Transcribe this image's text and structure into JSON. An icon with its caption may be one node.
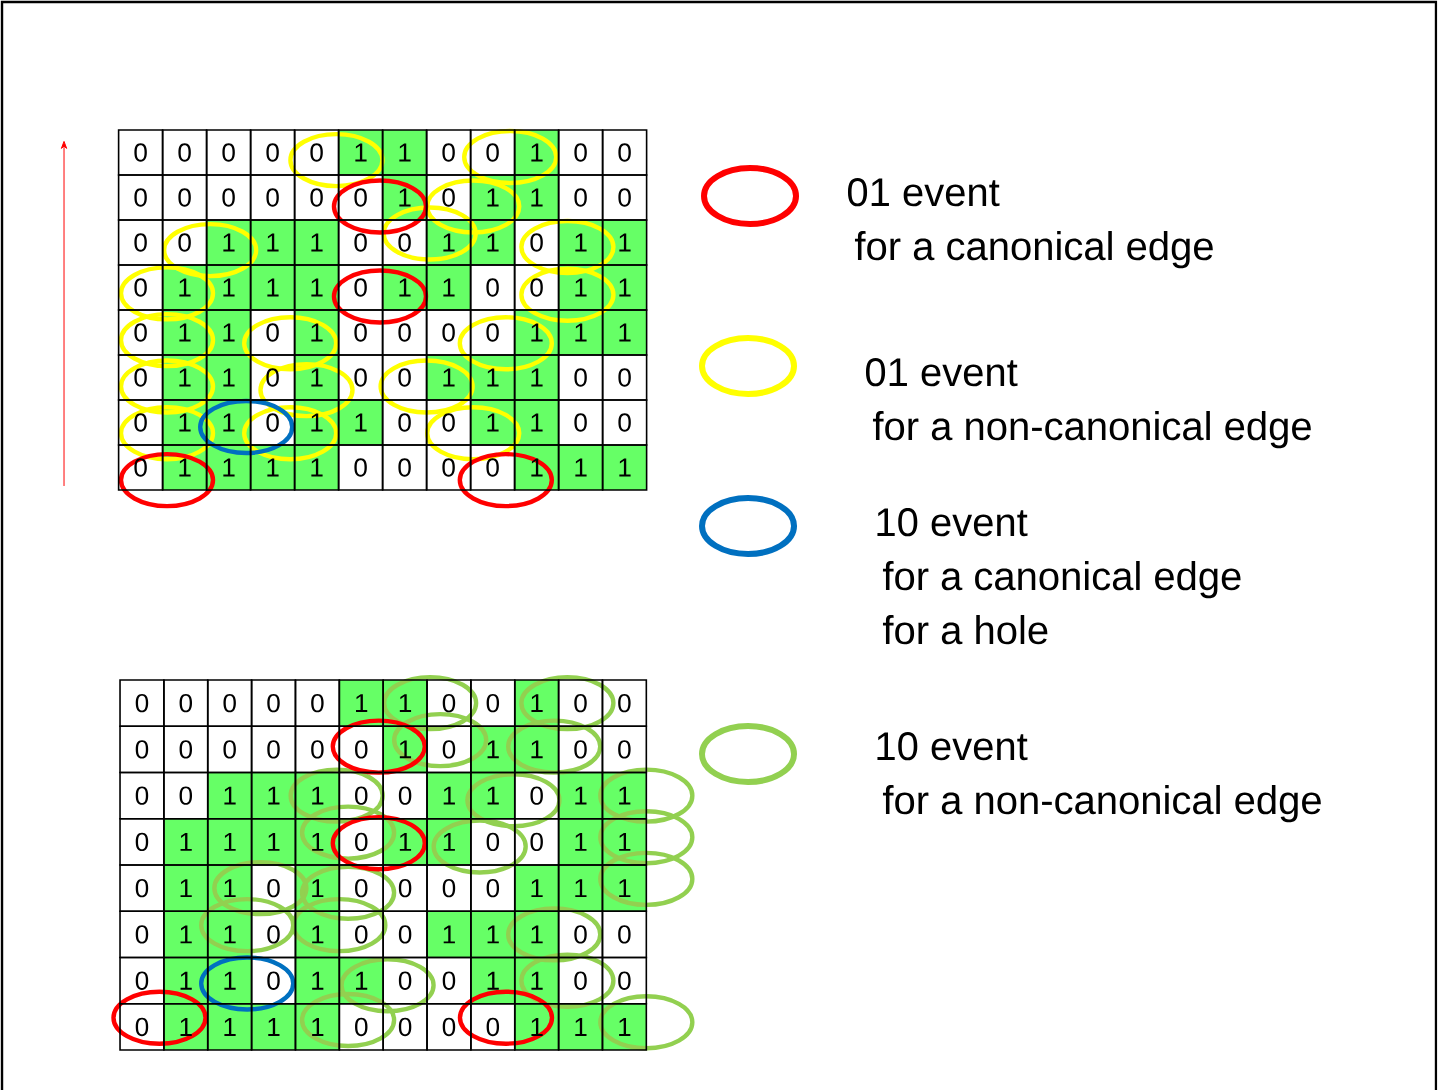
{
  "diagram": {
    "labels": [
      "0",
      "0",
      "0",
      "0",
      "0",
      "1",
      "1",
      "0",
      "0",
      "1",
      "0",
      "0",
      "0",
      "0",
      "0",
      "0",
      "0",
      "0",
      "1",
      "0",
      "1",
      "1",
      "0",
      "0",
      "0",
      "0",
      "1",
      "1",
      "1",
      "0",
      "0",
      "1",
      "1",
      "0",
      "1",
      "1",
      "0",
      "1",
      "1",
      "1",
      "1",
      "0",
      "1",
      "1",
      "0",
      "0",
      "1",
      "1",
      "0",
      "1",
      "1",
      "0",
      "1",
      "0",
      "0",
      "0",
      "0",
      "1",
      "1",
      "1",
      "0",
      "1",
      "1",
      "0",
      "1",
      "0",
      "0",
      "1",
      "1",
      "1",
      "0",
      "0",
      "0",
      "1",
      "1",
      "0",
      "1",
      "1",
      "0",
      "0",
      "1",
      "1",
      "0",
      "0",
      "0",
      "1",
      "1",
      "1",
      "1",
      "0",
      "0",
      "0",
      "0",
      "1",
      "1",
      "1",
      "0",
      "0",
      "0",
      "0",
      "0",
      "1",
      "1",
      "0",
      "0",
      "1",
      "0",
      "0",
      "0",
      "0",
      "0",
      "0",
      "0",
      "0",
      "1",
      "0",
      "1",
      "1",
      "0",
      "0",
      "0",
      "0",
      "1",
      "1",
      "1",
      "0",
      "0",
      "1",
      "1",
      "0",
      "1",
      "1",
      "0",
      "1",
      "1",
      "1",
      "1",
      "0",
      "1",
      "1",
      "0",
      "0",
      "1",
      "1",
      "0",
      "1",
      "1",
      "0",
      "1",
      "0",
      "0",
      "0",
      "0",
      "1",
      "1",
      "1",
      "0",
      "1",
      "1",
      "0",
      "1",
      "0",
      "0",
      "1",
      "1",
      "1",
      "0",
      "0",
      "0",
      "1",
      "1",
      "0",
      "1",
      "1",
      "0",
      "0",
      "1",
      "1",
      "0",
      "0",
      "0",
      "1",
      "1",
      "1",
      "1",
      "0",
      "0",
      "0",
      "0",
      "1",
      "1",
      "1"
    ],
    "legend": [
      {
        "text": "01 event for a canonical edge",
        "color": "#ff0000"
      },
      {
        "text": "01 event for a non-canonical edge",
        "color": "#ffff00"
      },
      {
        "text": "10 event for a canonical edge for a hole",
        "color": "#0070c0"
      },
      {
        "text": "10 event for a non-canonical edge",
        "color": "#92d050"
      }
    ]
  }
}
